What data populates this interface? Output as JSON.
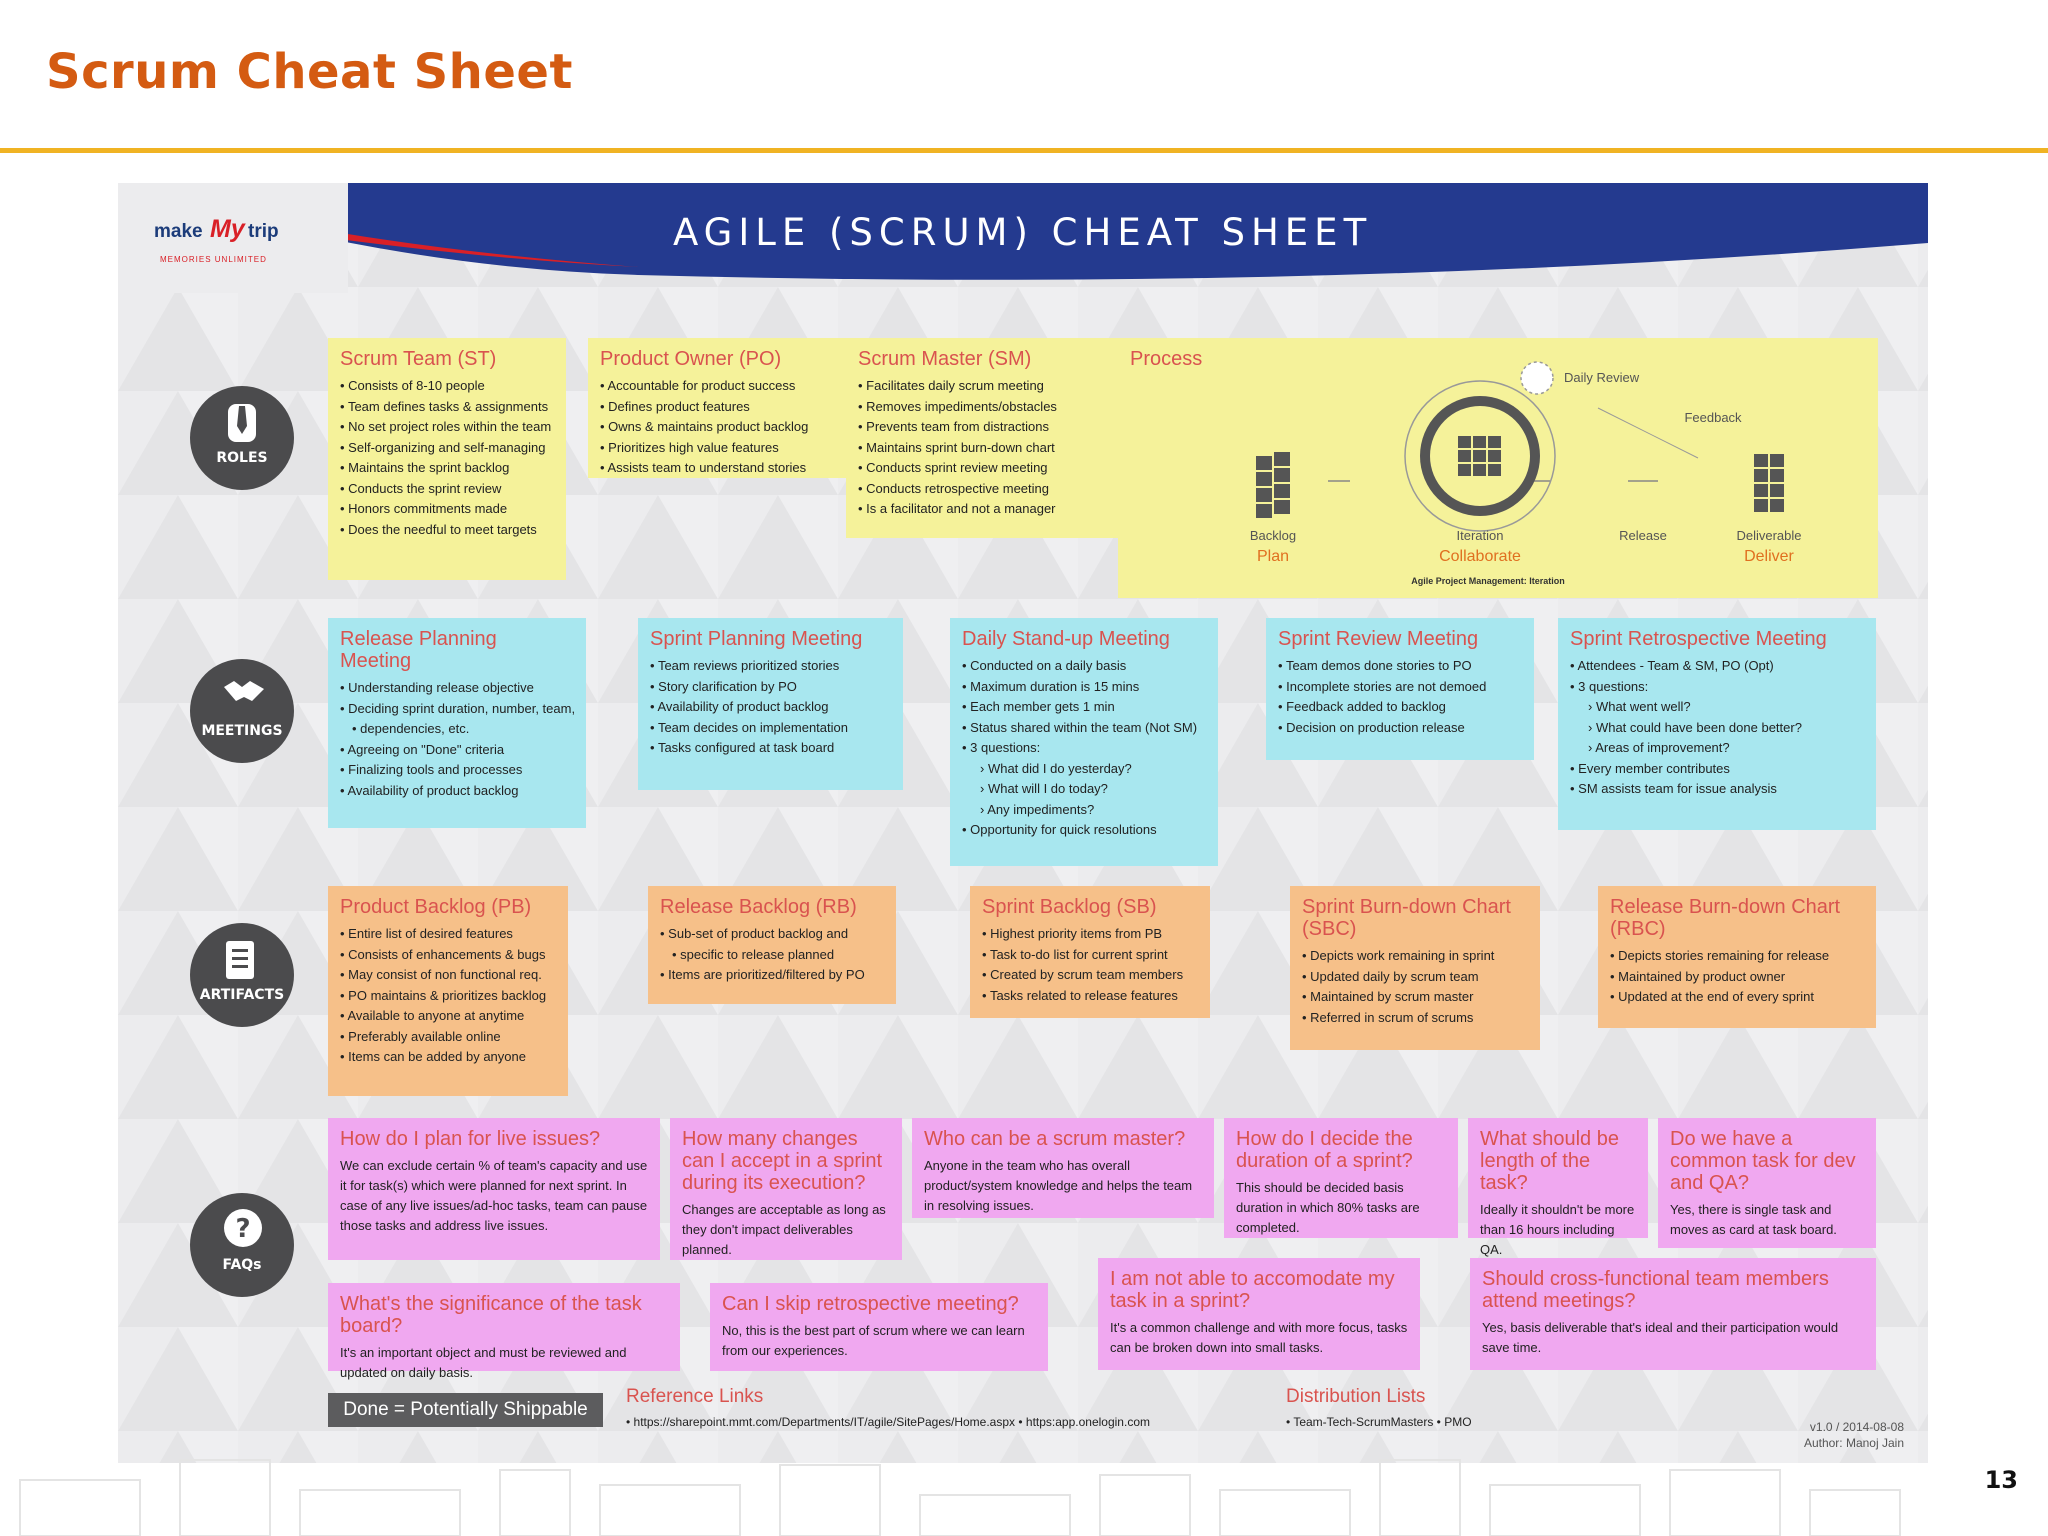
{
  "slide": {
    "title": "Scrum Cheat Sheet",
    "page_number": "13"
  },
  "sheet": {
    "title": "AGILE (SCRUM) CHEAT SHEET",
    "logo": {
      "make": "make",
      "my": "My",
      "trip": "trip",
      "tagline": "MEMORIES UNLIMITED"
    },
    "categories": [
      "ROLES",
      "MEETINGS",
      "ARTIFACTS",
      "FAQs"
    ],
    "roles": [
      {
        "title": "Scrum Team (ST)",
        "items": [
          "Consists of 8-10 people",
          "Team defines tasks & assignments",
          "No set project roles within the team",
          "Self-organizing and self-managing",
          "Maintains the sprint backlog",
          "Conducts the sprint review",
          "Honors commitments made",
          "Does the needful to meet targets"
        ]
      },
      {
        "title": "Product Owner (PO)",
        "items": [
          "Accountable for product success",
          "Defines product features",
          "Owns & maintains product backlog",
          "Prioritizes high value features",
          "Assists team to understand stories"
        ]
      },
      {
        "title": "Scrum Master (SM)",
        "items": [
          "Facilitates daily scrum meeting",
          "Removes impediments/obstacles",
          "Prevents team from distractions",
          "Maintains sprint burn-down chart",
          "Conducts sprint review meeting",
          "Conducts retrospective meeting",
          "Is a facilitator and not a manager"
        ]
      }
    ],
    "process": {
      "title": "Process",
      "daily_review": "Daily Review",
      "feedback": "Feedback",
      "backlog": "Backlog",
      "plan": "Plan",
      "iteration": "Iteration",
      "collaborate": "Collaborate",
      "release": "Release",
      "deliverable": "Deliverable",
      "deliver": "Deliver",
      "caption": "Agile Project Management: Iteration"
    },
    "meetings": [
      {
        "title": "Release Planning Meeting",
        "items": [
          {
            "t": "Understanding release objective"
          },
          {
            "t": "Deciding sprint duration, number, team,"
          },
          {
            "t": "dependencies, etc.",
            "cont": true
          },
          {
            "t": "Agreeing on \"Done\" criteria"
          },
          {
            "t": "Finalizing tools and processes"
          },
          {
            "t": "Availability of product backlog"
          }
        ]
      },
      {
        "title": "Sprint Planning Meeting",
        "items": [
          {
            "t": "Team reviews prioritized stories"
          },
          {
            "t": "Story clarification by PO"
          },
          {
            "t": "Availability of product backlog"
          },
          {
            "t": "Team decides on implementation"
          },
          {
            "t": "Tasks configured at task board"
          }
        ]
      },
      {
        "title": "Daily Stand-up Meeting",
        "items": [
          {
            "t": "Conducted on a daily basis"
          },
          {
            "t": "Maximum duration is 15 mins"
          },
          {
            "t": "Each member gets 1 min"
          },
          {
            "t": "Status shared within the team (Not SM)"
          },
          {
            "t": "3 questions:"
          },
          {
            "t": "What did I do yesterday?",
            "sub": true
          },
          {
            "t": "What will I do today?",
            "sub": true
          },
          {
            "t": "Any impediments?",
            "sub": true
          },
          {
            "t": "Opportunity for quick resolutions"
          }
        ]
      },
      {
        "title": "Sprint Review Meeting",
        "items": [
          {
            "t": "Team demos done stories to PO"
          },
          {
            "t": "Incomplete stories are not demoed"
          },
          {
            "t": "Feedback added to backlog"
          },
          {
            "t": "Decision on production release"
          }
        ]
      },
      {
        "title": "Sprint Retrospective Meeting",
        "items": [
          {
            "t": "Attendees - Team & SM, PO (Opt)"
          },
          {
            "t": "3 questions:"
          },
          {
            "t": "What went well?",
            "sub": true
          },
          {
            "t": "What could have been done better?",
            "sub": true
          },
          {
            "t": "Areas of improvement?",
            "sub": true
          },
          {
            "t": "Every member contributes"
          },
          {
            "t": "SM assists team for issue analysis"
          }
        ]
      }
    ],
    "artifacts": [
      {
        "title": "Product Backlog (PB)",
        "items": [
          {
            "t": "Entire list of desired features"
          },
          {
            "t": "Consists of enhancements & bugs"
          },
          {
            "t": "May consist of non functional req."
          },
          {
            "t": "PO maintains & prioritizes backlog"
          },
          {
            "t": "Available to anyone at anytime"
          },
          {
            "t": "Preferably available online"
          },
          {
            "t": "Items can be added by anyone"
          }
        ]
      },
      {
        "title": "Release Backlog (RB)",
        "items": [
          {
            "t": "Sub-set of product backlog and"
          },
          {
            "t": "specific to release planned",
            "cont": true
          },
          {
            "t": "Items are prioritized/filtered by PO"
          }
        ]
      },
      {
        "title": "Sprint Backlog (SB)",
        "items": [
          {
            "t": "Highest priority items from PB"
          },
          {
            "t": "Task to-do list for current sprint"
          },
          {
            "t": "Created by scrum team members"
          },
          {
            "t": "Tasks related to release features"
          }
        ]
      },
      {
        "title": "Sprint Burn-down Chart (SBC)",
        "items": [
          {
            "t": "Depicts work remaining in sprint"
          },
          {
            "t": "Updated daily by scrum team"
          },
          {
            "t": "Maintained by scrum master"
          },
          {
            "t": "Referred in scrum of scrums"
          }
        ]
      },
      {
        "title": "Release Burn-down Chart (RBC)",
        "items": [
          {
            "t": "Depicts stories remaining for release"
          },
          {
            "t": "Maintained by product owner"
          },
          {
            "t": "Updated at the end of every sprint"
          }
        ]
      }
    ],
    "faqs": [
      {
        "q": "How do I plan for live issues?",
        "a": "We can exclude certain % of team's capacity and use it for task(s) which were planned for next sprint. In case of any live issues/ad-hoc tasks, team can pause those tasks and address live issues."
      },
      {
        "q": "How many changes can I accept in a sprint during its execution?",
        "a": "Changes are acceptable as long as they don't impact deliverables planned."
      },
      {
        "q": "Who can be a scrum master?",
        "a": "Anyone in the team who has overall product/system knowledge and helps the team in resolving issues."
      },
      {
        "q": "How do I decide the duration of a sprint?",
        "a": "This should be decided basis duration in which 80% tasks are completed."
      },
      {
        "q": "What should be length of the task?",
        "a": "Ideally it shouldn't be more than 16 hours including QA."
      },
      {
        "q": "Do we have a common task for dev and QA?",
        "a": "Yes, there is single task and moves as card at task board."
      },
      {
        "q": "What's the significance of the task board?",
        "a": "It's an important object and must be reviewed and updated on daily basis."
      },
      {
        "q": "Can I skip retrospective meeting?",
        "a": "No, this is the best part of scrum where we can learn from our experiences."
      },
      {
        "q": "I am not able to accomodate my task in a sprint?",
        "a": "It's a common challenge and with more focus, tasks can be broken down into small tasks."
      },
      {
        "q": "Should cross-functional team members attend meetings?",
        "a": "Yes, basis deliverable that's ideal and their participation would save time."
      }
    ],
    "footer": {
      "done": "Done = Potentially Shippable",
      "ref_title": "Reference Links",
      "ref_links": "• https://sharepoint.mmt.com/Departments/IT/agile/SitePages/Home.aspx   • https:app.onelogin.com",
      "dist_title": "Distribution Lists",
      "dist_items": "• Team-Tech-ScrumMasters   • PMO",
      "version": "v1.0 / 2014-08-08",
      "author": "Author: Manoj Jain"
    }
  }
}
